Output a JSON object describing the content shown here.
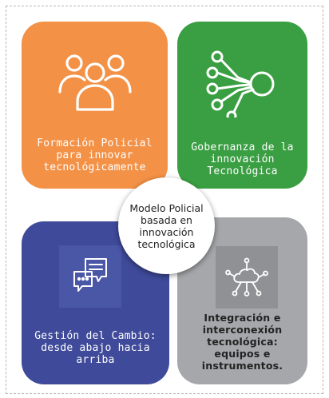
{
  "diagram": {
    "center": {
      "label": "Modelo Policial\nbasada en\ninnovación\ntecnológica"
    },
    "quadrants": [
      {
        "label": "Formación Policial\npara innovar\ntecnológicamente",
        "color": "#f39146",
        "icon": "people-group-icon"
      },
      {
        "label": "Gobernanza de la\ninnovación\nTecnológica",
        "color": "#3a9f42",
        "icon": "network-hub-icon"
      },
      {
        "label": "Gestión del Cambio:\ndesde abajo hacia\narriba",
        "color": "#3f4a9a",
        "icon": "chat-bubbles-icon"
      },
      {
        "label": "Integración e\ninterconexión\ntecnológica:\nequipos e\ninstrumentos.",
        "color": "#a5a7aa",
        "icon": "cloud-network-icon"
      }
    ]
  }
}
